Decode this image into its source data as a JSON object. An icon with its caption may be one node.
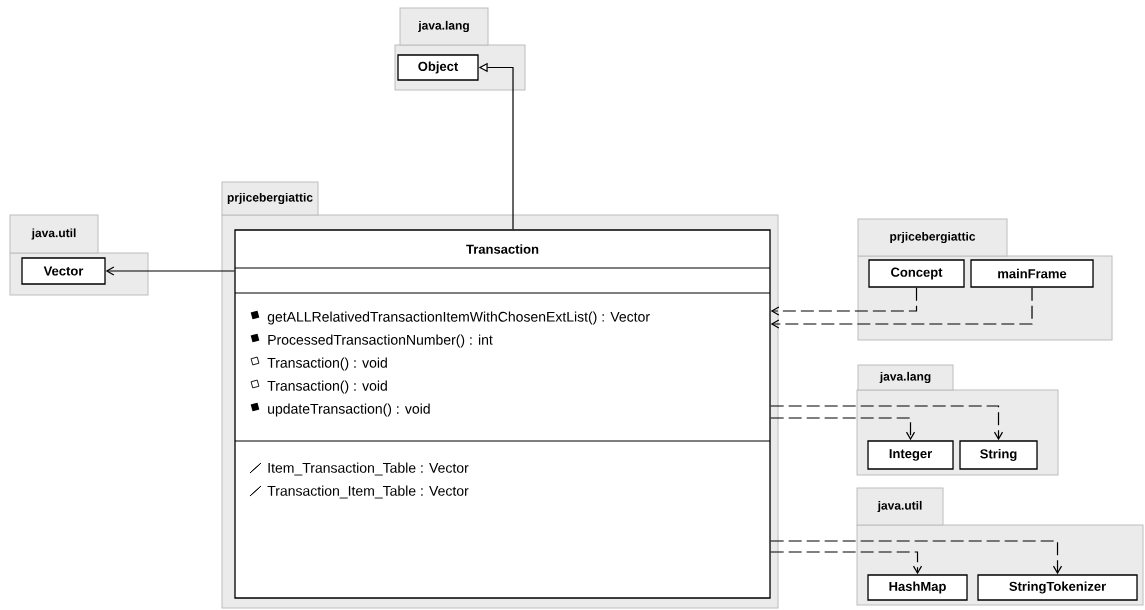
{
  "diagram": {
    "nodes": [
      {
        "text": [
          "java.lang"
        ]
      },
      {
        "text": [
          "Object"
        ],
        "in": 0
      },
      {
        "text": [
          "java.util"
        ]
      },
      {
        "text": [
          "Vector"
        ],
        "in": 2
      },
      {
        "text": [
          "prjicebergiattic"
        ]
      },
      {
        "text": [
          "Transaction",
          "getALLRelativedTransactionItemWithChosenExtList() : Vector",
          "ProcessedTransactionNumber() : int",
          "Transaction() : void",
          "Transaction() : void",
          "updateTransaction() : void",
          "Item_Transaction_Table : Vector",
          "Transaction_Item_Table : Vector"
        ],
        "in": 4
      },
      {
        "text": [
          "prjicebergiattic"
        ]
      },
      {
        "text": [
          "Concept"
        ],
        "in": 6
      },
      {
        "text": [
          "mainFrame"
        ],
        "in": 6
      },
      {
        "text": [
          "java.lang"
        ]
      },
      {
        "text": [
          "Integer"
        ],
        "in": 9
      },
      {
        "text": [
          "String"
        ],
        "in": 9
      },
      {
        "text": [
          "java.util"
        ]
      },
      {
        "text": [
          "HashMap"
        ],
        "in": 12
      },
      {
        "text": [
          "StringTokenizer"
        ],
        "in": 12
      }
    ],
    "edges": [
      {
        "from": 5,
        "to": 1,
        "arrow": "to"
      },
      {
        "from": 5,
        "to": 3,
        "arrow": "to"
      },
      {
        "from": 7,
        "to": 5,
        "arrow": "to",
        "style": "dashed"
      },
      {
        "from": 8,
        "to": 5,
        "arrow": "to",
        "style": "dashed"
      },
      {
        "from": 5,
        "to": 10,
        "arrow": "to",
        "style": "dashed"
      },
      {
        "from": 5,
        "to": 11,
        "arrow": "to",
        "style": "dashed"
      },
      {
        "from": 5,
        "to": 13,
        "arrow": "to",
        "style": "dashed"
      },
      {
        "from": 5,
        "to": 14,
        "arrow": "to",
        "style": "dashed"
      }
    ]
  }
}
